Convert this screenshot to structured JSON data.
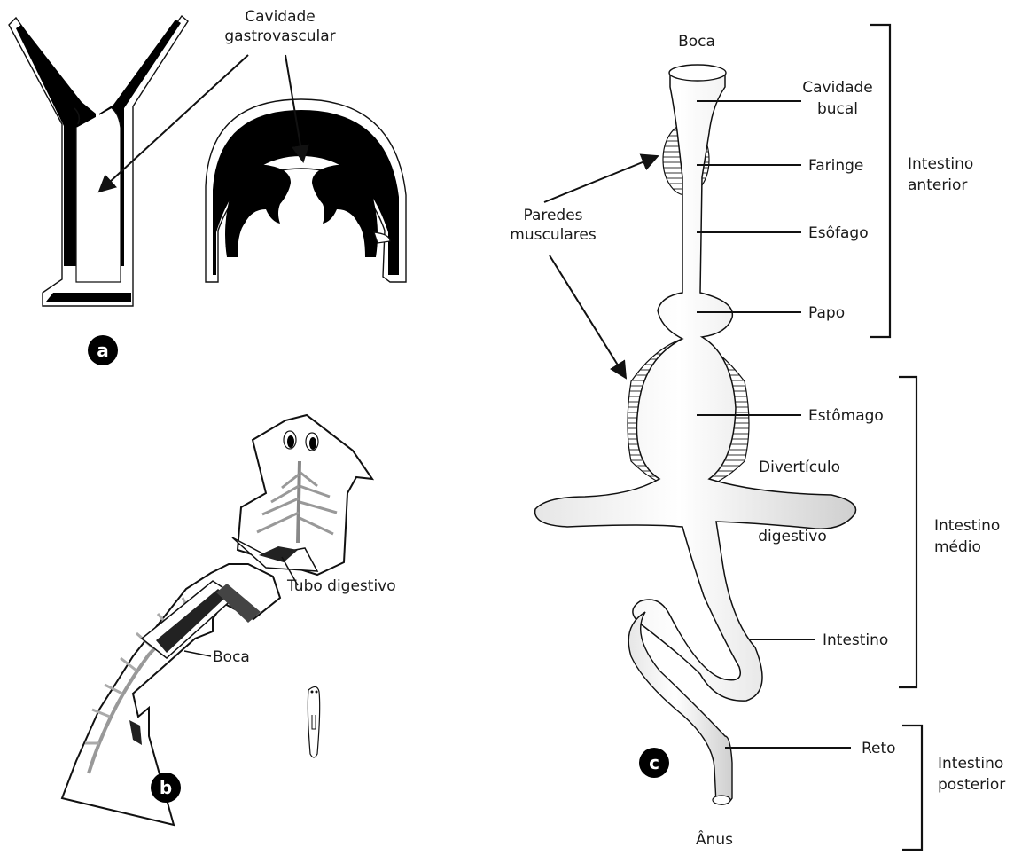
{
  "panel_a": {
    "badge": "a",
    "label_cavity_line1": "Cavidade",
    "label_cavity_line2": "gastrovascular"
  },
  "panel_b": {
    "badge": "b",
    "label_tube": "Tubo digestivo",
    "label_mouth": "Boca"
  },
  "panel_c": {
    "badge": "c",
    "parts": {
      "boca": "Boca",
      "cavidade_bucal_line1": "Cavidade",
      "cavidade_bucal_line2": "bucal",
      "faringe": "Faringe",
      "esofago": "Esôfago",
      "papo": "Papo",
      "estomago": "Estômago",
      "diverticulo_line1": "Divertículo",
      "diverticulo_line2": "digestivo",
      "intestino": "Intestino",
      "reto": "Reto",
      "anus": "Ânus"
    },
    "muscle_walls_line1": "Paredes",
    "muscle_walls_line2": "musculares",
    "regions": {
      "anterior_line1": "Intestino",
      "anterior_line2": "anterior",
      "medio_line1": "Intestino",
      "medio_line2": "médio",
      "posterior_line1": "Intestino",
      "posterior_line2": "posterior"
    }
  },
  "colors": {
    "ink": "#111111",
    "tissue": "#000000",
    "gut_fill": "#f2f2f2"
  }
}
